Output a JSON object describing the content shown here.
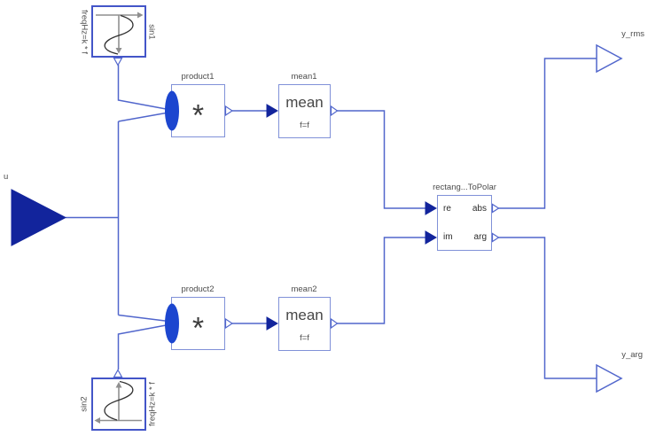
{
  "diagram": {
    "input_connector": {
      "label": "u"
    },
    "output_connectors": {
      "y_rms": {
        "label": "y_rms"
      },
      "y_arg": {
        "label": "y_arg"
      }
    },
    "sin1": {
      "name": "sin1",
      "param": "freqHz=k * f"
    },
    "sin2": {
      "name": "sin2",
      "param": "freqHz=k * f"
    },
    "product1": {
      "name": "product1",
      "operator": "*"
    },
    "product2": {
      "name": "product2",
      "operator": "*"
    },
    "mean1": {
      "name": "mean1",
      "body": "mean",
      "param": "f=f"
    },
    "mean2": {
      "name": "mean2",
      "body": "mean",
      "param": "f=f"
    },
    "rectangularToPolar": {
      "name": "rectang...ToPolar",
      "port_re": "re",
      "port_im": "im",
      "port_abs": "abs",
      "port_arg": "arg"
    }
  },
  "colors": {
    "connection_line": "#5166cc",
    "block_border": "#8091d8",
    "sin_block_border": "#4355c8",
    "solid_connector_fill": "#12249c",
    "input_ellipse_fill": "#1c46cf",
    "hollow_port_fill": "#ffffff",
    "label_text": "#4c4c4c",
    "block_text": "#3d3d3d",
    "icon_axis": "#8f8f8f",
    "icon_curve": "#303030",
    "background": "#ffffff"
  }
}
